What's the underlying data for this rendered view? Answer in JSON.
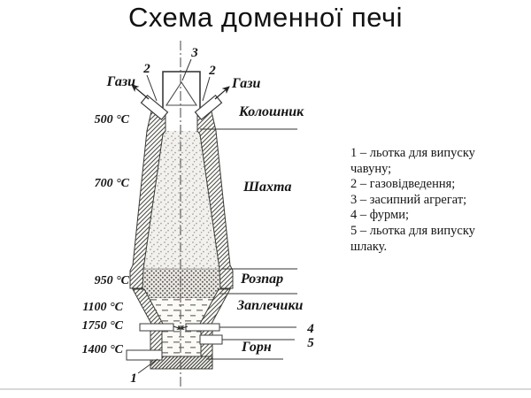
{
  "title": "Схема доменної печі",
  "furnace": {
    "zone_labels": {
      "throat": "Колошник",
      "shaft": "Шахта",
      "belly": "Розпар",
      "bosh": "Заплечики",
      "hearth": "Горн"
    },
    "gas_label_left": "Гази",
    "gas_label_right": "Гази",
    "temperatures": [
      "500 °C",
      "700 °C",
      "950 °C",
      "1100 °C",
      "1750 °C",
      "1400 °C"
    ],
    "callouts": {
      "iron_notch": "1",
      "gas_offtake_left": "2",
      "gas_offtake_right": "2",
      "charging_apparatus": "3",
      "tuyeres": "4",
      "slag_notch": "5"
    }
  },
  "legend": {
    "items": [
      "1 – льотка для випуску чавуну;",
      "2 – газовідведення;",
      "3 – засипний агрегат;",
      "4 – фурми;",
      "5 – льотка для випуску шлаку."
    ]
  },
  "colors": {
    "ink": "#1a1a1a",
    "line": "#333333",
    "hatch": "#4a4a45"
  }
}
